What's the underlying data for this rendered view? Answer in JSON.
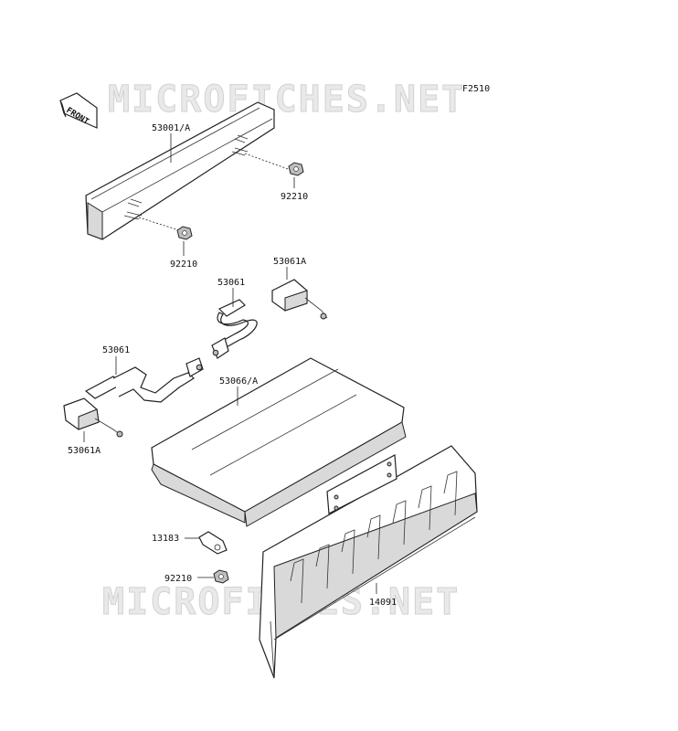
{
  "figure_code": "F2510",
  "front_marker": "FRONT",
  "watermarks": [
    "MICROFICHES.NET",
    "MICROFICHES.NET"
  ],
  "callouts": [
    {
      "id": "tail-lamp",
      "label": "53001/A"
    },
    {
      "id": "nut-upper-right",
      "label": "92210"
    },
    {
      "id": "nut-lower-left",
      "label": "92210"
    },
    {
      "id": "strap-upper-right",
      "label": "53061A"
    },
    {
      "id": "strap-upper-middle",
      "label": "53061"
    },
    {
      "id": "strap-lower-left",
      "label": "53061"
    },
    {
      "id": "seat",
      "label": "53066/A"
    },
    {
      "id": "strap-lower-left-bracket",
      "label": "53061A"
    },
    {
      "id": "clamp",
      "label": "13183"
    },
    {
      "id": "nut-bottom",
      "label": "92210"
    },
    {
      "id": "guard",
      "label": "14091"
    }
  ]
}
